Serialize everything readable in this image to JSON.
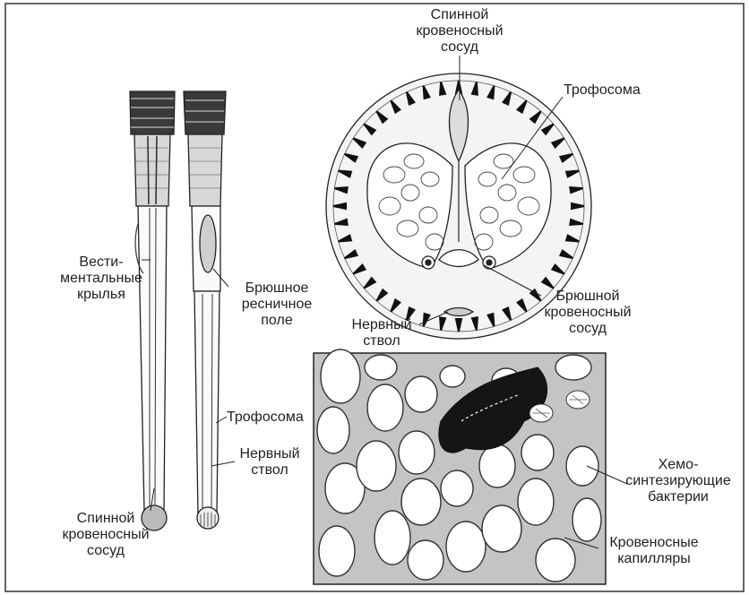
{
  "labels": {
    "dorsal_vessel_top": [
      "Спинной",
      "кровеносный",
      "сосуд"
    ],
    "trophosome_top": [
      "Трофосома"
    ],
    "vestimental_wings": [
      "Вести-",
      "ментальные",
      "крылья"
    ],
    "ventral_ciliary_field": [
      "Брюшное",
      "ресничное",
      "поле"
    ],
    "ventral_vessel": [
      "Брюшной",
      "кровеносный",
      "сосуд"
    ],
    "nerve_cord_top": [
      "Нервный",
      "ствол"
    ],
    "trophosome_side": [
      "Трофосома"
    ],
    "nerve_cord_side": [
      "Нервный",
      "ствол"
    ],
    "dorsal_vessel_bottom": [
      "Спинной",
      "кровеносный",
      "сосуд"
    ],
    "chemosynthetic_bacteria": [
      "Хемо-",
      "синтезирующие",
      "бактерии"
    ],
    "blood_capillaries": [
      "Кровеносные",
      "капилляры"
    ]
  },
  "colors": {
    "ink": "#222222",
    "grey_fill": "#b9b9b9",
    "light_fill": "#f4f4f4"
  }
}
